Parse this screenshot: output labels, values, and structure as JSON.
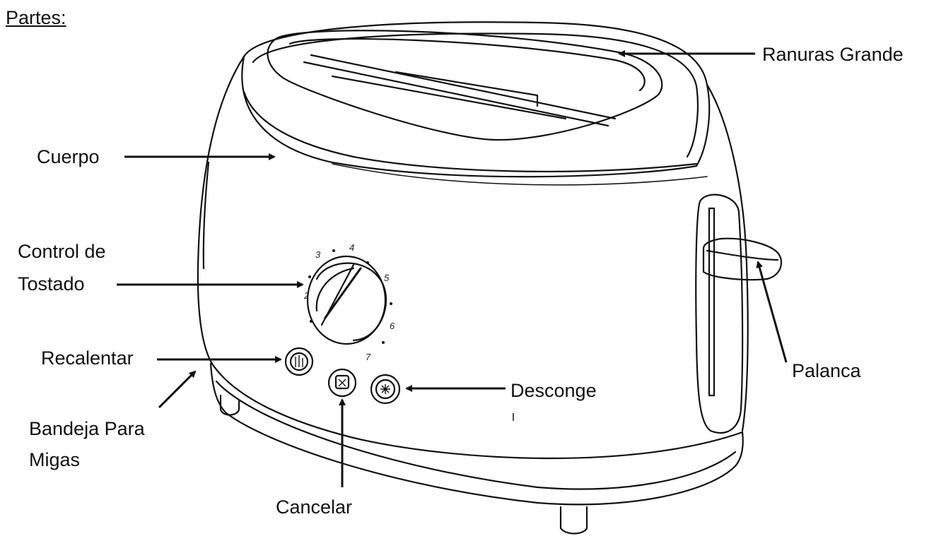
{
  "title": "Partes:",
  "labels": {
    "ranuras": "Ranuras Grande",
    "cuerpo": "Cuerpo",
    "control_line1": "Control de",
    "control_line2": "Tostado",
    "recalentar": "Recalentar",
    "bandeja_line1": "Bandeja Para",
    "bandeja_line2": "Migas",
    "cancelar": "Cancelar",
    "descongelar": "Desconge",
    "palanca": "Palanca"
  },
  "dial_numbers": [
    "2",
    "3",
    "4",
    "5",
    "6",
    "7"
  ],
  "colors": {
    "ink": "#111111",
    "background": "#ffffff"
  }
}
